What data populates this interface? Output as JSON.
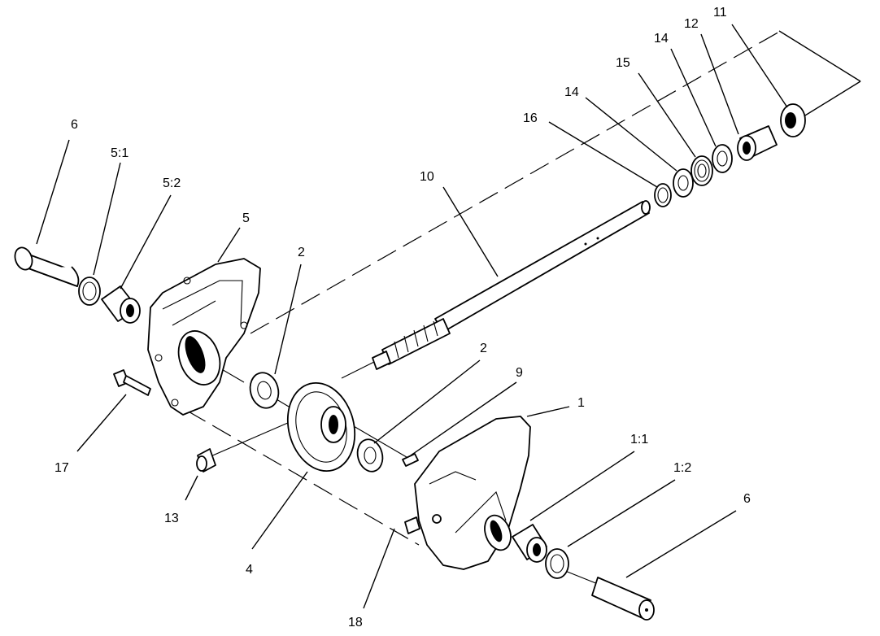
{
  "diagram": {
    "callouts": {
      "c6a": "6",
      "c51": "5:1",
      "c52": "5:2",
      "c5": "5",
      "c2a": "2",
      "c10": "10",
      "c16": "16",
      "c14a": "14",
      "c15": "15",
      "c14b": "14",
      "c12": "12",
      "c11": "11",
      "c2b": "2",
      "c9": "9",
      "c1": "1",
      "c11b": "1:1",
      "c12b": "1:2",
      "c6b": "6",
      "c17": "17",
      "c13": "13",
      "c4": "4",
      "c18": "18"
    }
  }
}
